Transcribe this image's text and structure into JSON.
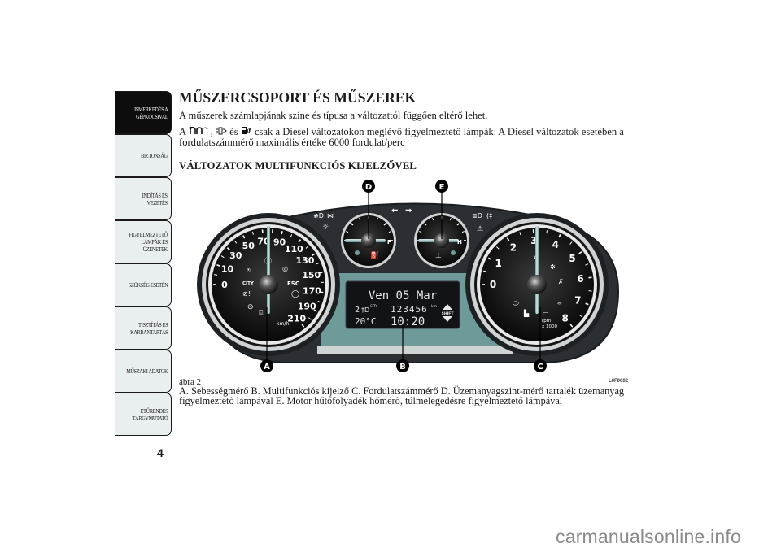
{
  "sidebar": {
    "items": [
      {
        "label": "ISMERKEDÉS A\nGÉPKOCSIVAL",
        "active": true
      },
      {
        "label": "BIZTONSÁG",
        "active": false
      },
      {
        "label": "INDÍTÁS ÉS\nVEZETÉS",
        "active": false
      },
      {
        "label": "FIGYELMEZTETŐ\nLÁMPÁK ÉS\nÜZENETEK",
        "active": false
      },
      {
        "label": "SZÜKSÉG ESETÉN",
        "active": false
      },
      {
        "label": "TISZTÍTÁS ÉS\nKARBANTARTÁS",
        "active": false
      },
      {
        "label": "MŰSZAKI ADATOK",
        "active": false
      },
      {
        "label": "ETŰRENDES\nTÁRGYMUTATÓ",
        "active": false
      }
    ],
    "page_number": "4"
  },
  "content": {
    "title": "MŰSZERCSOPORT ÉS MŰSZEREK",
    "intro": "A műszerek számlapjának színe és típusa a változattól függően eltérő lehet.",
    "diesel_prefix": "A ",
    "diesel_icons": [
      "glow-plug-icon",
      "fuel-filter-water-icon",
      "fuel-water-icon"
    ],
    "diesel_sep1": " , ",
    "diesel_sep2": " és ",
    "diesel_text": " csak a Diesel változatokon meglévő figyelmeztető lámpák. A Diesel változatok esetében a fordulatszámmérő maximális értéke 6000 fordulat/perc",
    "subtitle": "VÁLTOZATOK MULTIFUNKCIÓS KIJELZŐVEL"
  },
  "figure": {
    "callouts": [
      "A",
      "B",
      "C",
      "D",
      "E"
    ],
    "speedometer": {
      "ticks": [
        "0",
        "10",
        "30",
        "50",
        "70",
        "90",
        "110",
        "130",
        "150",
        "170",
        "190",
        "210"
      ],
      "unit": "km/h",
      "labels": {
        "city": "CITY",
        "esc": "ESC"
      }
    },
    "tachometer": {
      "ticks": [
        "0",
        "1",
        "2",
        "3",
        "4",
        "5",
        "6",
        "7",
        "8"
      ],
      "unit_line1": "rpm",
      "unit_line2": "x 1000"
    },
    "fuel_gauge": {
      "label": "F"
    },
    "temp_gauge": {
      "label": "H"
    },
    "display": {
      "date": "Ven 05 Mar",
      "light_level": "2",
      "city": "CITY",
      "odometer": "123456",
      "odometer_unit": "km",
      "temperature": "20°C",
      "time": "10:20",
      "shift": "SHIFT"
    },
    "label": "ábra 2",
    "code": "L0F0002"
  },
  "caption": "A. Sebességmérő B. Multifunkciós kijelző C. Fordulatszámmérő D. Üzemanyagszint-mérő tartalék üzemanyag figyelmeztető lámpával E. Motor hűtőfolyadék hőmérő, túlmelegedésre figyelmeztető lámpával",
  "watermark": "carmanualsonline.info"
}
